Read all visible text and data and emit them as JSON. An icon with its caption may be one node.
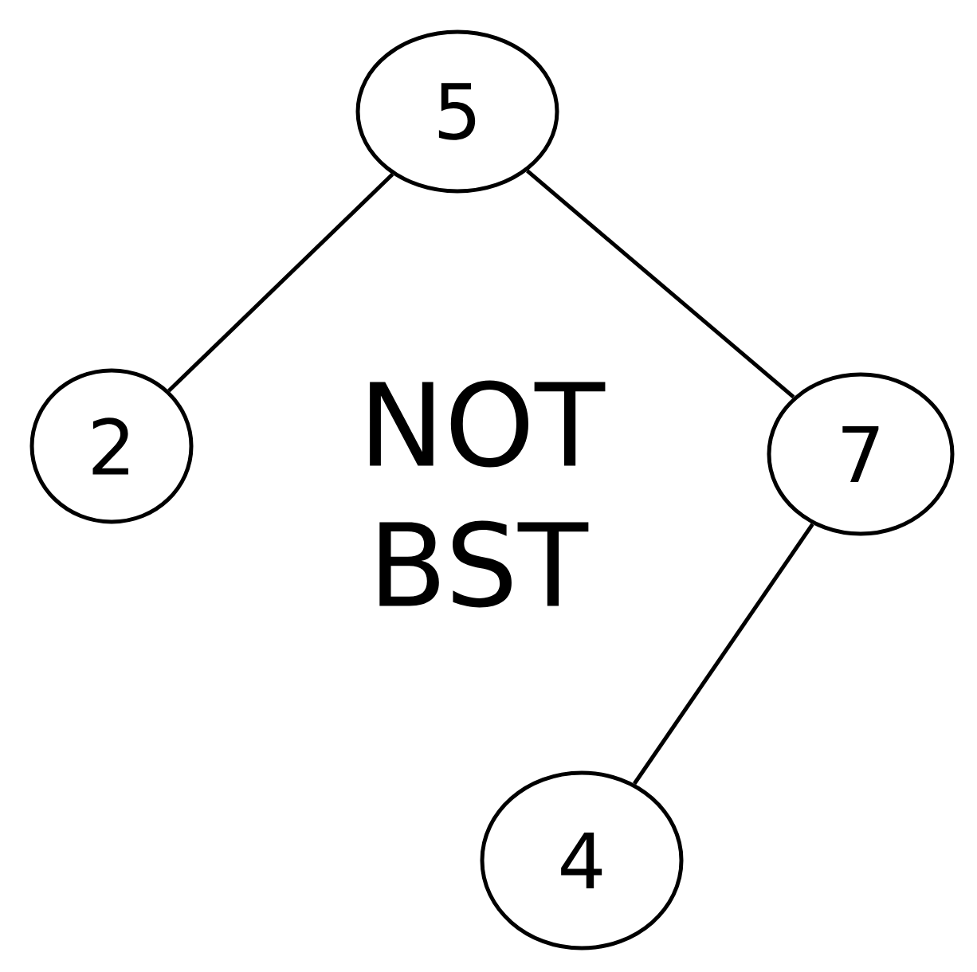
{
  "diagram": {
    "nodes": [
      {
        "text": [
          "5"
        ]
      },
      {
        "text": [
          "2"
        ]
      },
      {
        "text": [
          "7"
        ]
      },
      {
        "text": [
          "4"
        ]
      }
    ],
    "edges": [
      {
        "from": 0,
        "to": 1,
        "arrow": "none"
      },
      {
        "from": 0,
        "to": 2,
        "arrow": "none"
      },
      {
        "from": 2,
        "to": 3,
        "arrow": "none"
      }
    ],
    "labels": [
      "NOT BST"
    ]
  }
}
